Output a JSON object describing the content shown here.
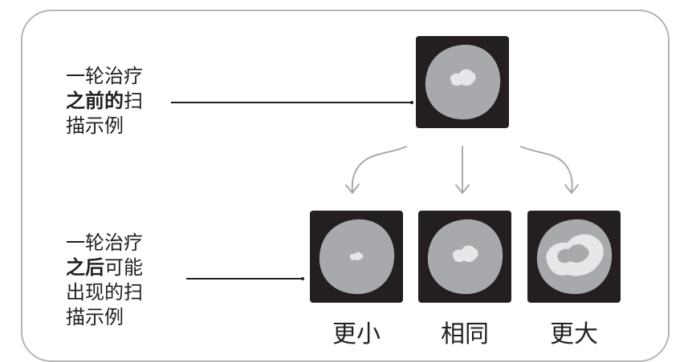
{
  "before": {
    "label_line1": "一轮治疗",
    "label_bold": "之前的",
    "label_rest": "扫",
    "label_line3": "描示例"
  },
  "after": {
    "label_line1": "一轮治疗",
    "label_bold": "之后",
    "label_rest": "可能",
    "label_line3": "出现的扫",
    "label_line4": "描示例"
  },
  "outcomes": [
    {
      "caption": "更小"
    },
    {
      "caption": "相同"
    },
    {
      "caption": "更大"
    }
  ],
  "colors": {
    "scan_bg": "#231f20",
    "organ": "#a7a9ac",
    "lesion": "#e6e7e8",
    "line": "#231f20",
    "arrow": "#a7a9ac",
    "frame": "#b5b5b5"
  }
}
